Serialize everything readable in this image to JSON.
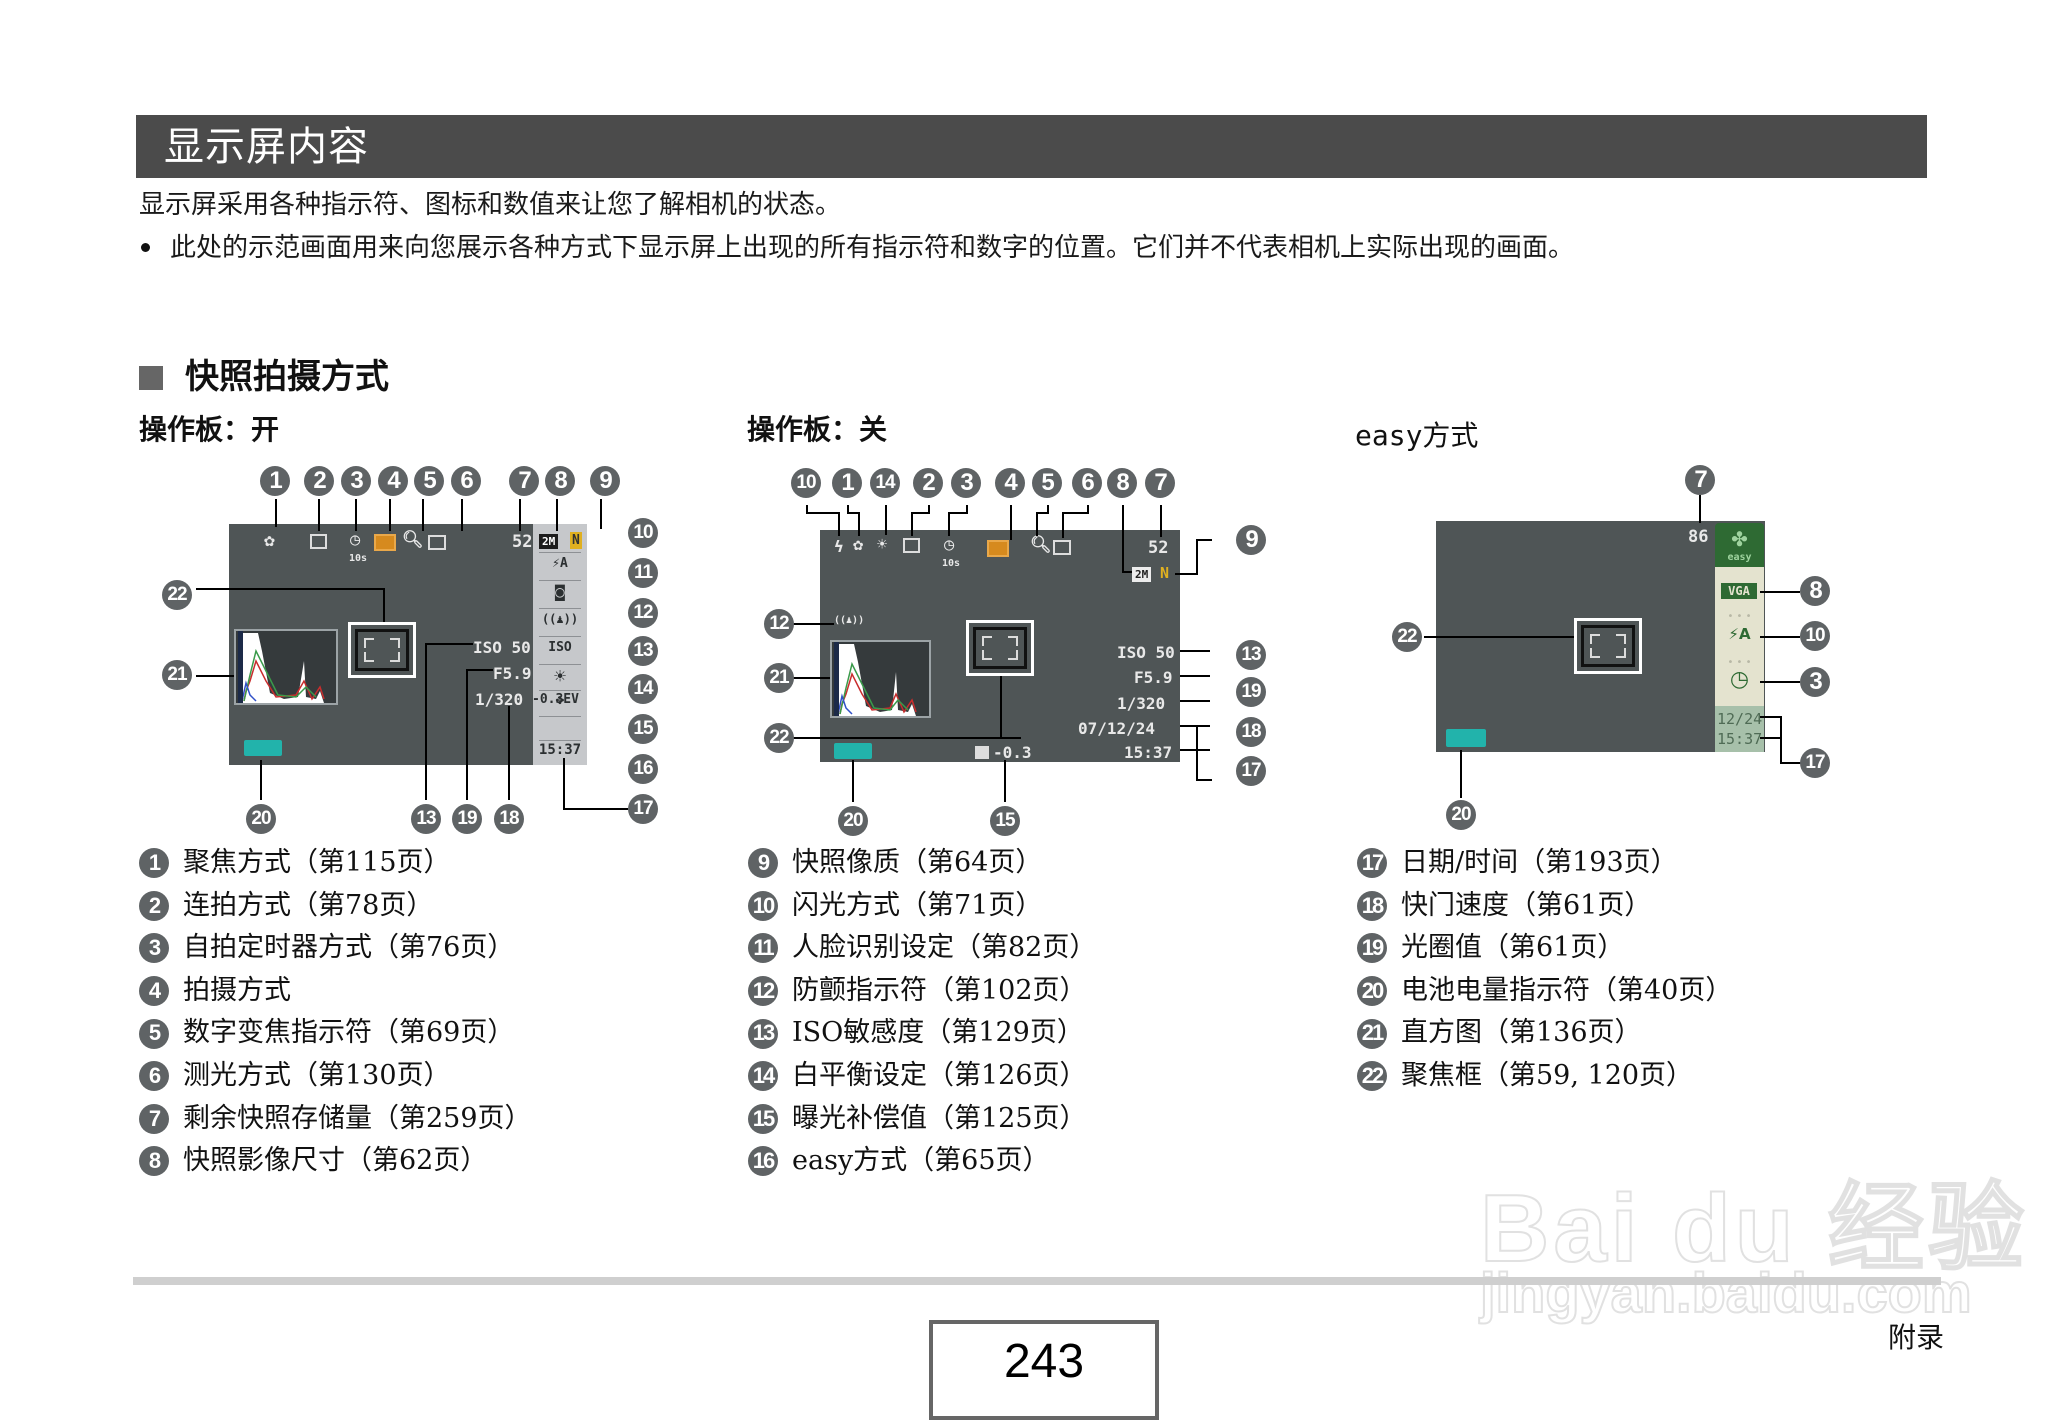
{
  "header": {
    "title": "显示屏内容"
  },
  "intro": "显示屏采用各种指示符、图标和数值来让您了解相机的状态。",
  "note": "此处的示范画面用来向您展示各种方式下显示屏上出现的所有指示符和数字的位置。它们并不代表相机上实际出现的画面。",
  "section": {
    "title": "快照拍摄方式"
  },
  "screens": {
    "panel_on": {
      "label": "操作板：开",
      "remaining_shots": "52",
      "image_size": "2M",
      "quality": "N",
      "self_timer": "10s",
      "flash": "⚡A",
      "iso_panel": "ISO",
      "iso": "ISO 50",
      "aperture": "F5.9",
      "shutter": "1/320",
      "ev": "-0.3EV",
      "time": "15:37",
      "callouts_top": [
        "1",
        "2",
        "3",
        "4",
        "5",
        "6",
        "7",
        "8",
        "9"
      ],
      "callouts_right": [
        "10",
        "11",
        "12",
        "13",
        "14",
        "15",
        "16",
        "17"
      ],
      "callouts_bottom": [
        "20",
        "13",
        "19",
        "18"
      ],
      "callouts_left": [
        "22",
        "21"
      ]
    },
    "panel_off": {
      "label": "操作板：关",
      "remaining_shots": "52",
      "image_size": "2M",
      "quality": "N",
      "self_timer": "10s",
      "iso": "ISO 50",
      "aperture": "F5.9",
      "shutter": "1/320",
      "date": "07/12/24",
      "time": "15:37",
      "ev": "-0.3",
      "callouts_top": [
        "10",
        "1",
        "14",
        "2",
        "3",
        "4",
        "5",
        "6",
        "8",
        "7"
      ],
      "callouts_right": [
        "9",
        "13",
        "19",
        "18",
        "17"
      ],
      "callouts_left": [
        "12",
        "21",
        "22"
      ],
      "callouts_bottom": [
        "20",
        "15"
      ]
    },
    "easy": {
      "label": "easy方式",
      "remaining_shots": "86",
      "easy_label": "easy",
      "image_size": "VGA",
      "flash": "⚡A",
      "date": "12/24",
      "time": "15:37",
      "callouts": [
        "7",
        "8",
        "10",
        "3",
        "17",
        "22",
        "20"
      ]
    }
  },
  "legend": [
    [
      {
        "n": "1",
        "text": "聚焦方式（第115页）"
      },
      {
        "n": "2",
        "text": "连拍方式（第78页）"
      },
      {
        "n": "3",
        "text": "自拍定时器方式（第76页）"
      },
      {
        "n": "4",
        "text": "拍摄方式"
      },
      {
        "n": "5",
        "text": "数字变焦指示符（第69页）"
      },
      {
        "n": "6",
        "text": "测光方式（第130页）"
      },
      {
        "n": "7",
        "text": "剩余快照存储量（第259页）"
      },
      {
        "n": "8",
        "text": "快照影像尺寸（第62页）"
      }
    ],
    [
      {
        "n": "9",
        "text": "快照像质（第64页）"
      },
      {
        "n": "10",
        "text": "闪光方式（第71页）"
      },
      {
        "n": "11",
        "text": "人脸识别设定（第82页）"
      },
      {
        "n": "12",
        "text": "防颤指示符（第102页）"
      },
      {
        "n": "13",
        "text": "ISO敏感度（第129页）"
      },
      {
        "n": "14",
        "text": "白平衡设定（第126页）"
      },
      {
        "n": "15",
        "text": "曝光补偿值（第125页）"
      },
      {
        "n": "16",
        "text": "easy方式（第65页）"
      }
    ],
    [
      {
        "n": "17",
        "text": "日期/时间（第193页）"
      },
      {
        "n": "18",
        "text": "快门速度（第61页）"
      },
      {
        "n": "19",
        "text": "光圈值（第61页）"
      },
      {
        "n": "20",
        "text": "电池电量指示符（第40页）"
      },
      {
        "n": "21",
        "text": "直方图（第136页）"
      },
      {
        "n": "22",
        "text": "聚焦框（第59, 120页）"
      }
    ]
  ],
  "footer": {
    "page_number": "243",
    "section": "附录"
  },
  "watermark": {
    "logo": "Bai du 经验",
    "url": "jingyan.baidu.com"
  },
  "colors": {
    "header_bg": "#4b4b4b",
    "screen_bg": "#4f5556",
    "battery": "#22b3ab",
    "easy_green": "#2e6a33",
    "callout": "#5f6365",
    "quality_yellow": "#e0b020"
  }
}
